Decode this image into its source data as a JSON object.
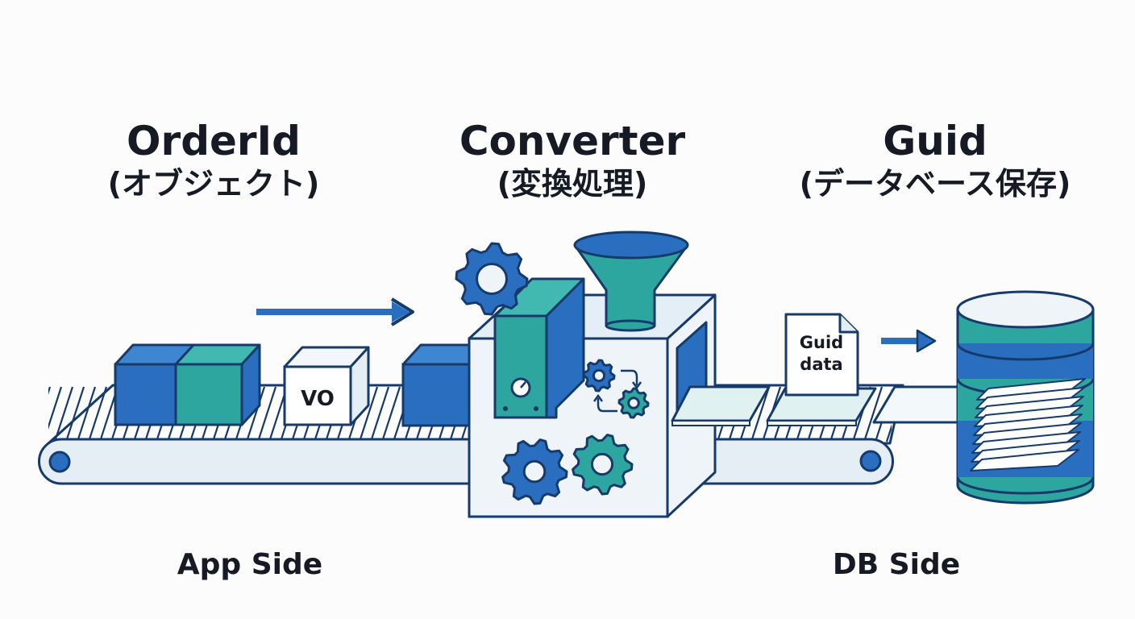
{
  "headings": {
    "left": {
      "title": "OrderId",
      "subtitle": "(オブジェクト)"
    },
    "center": {
      "title": "Converter",
      "subtitle": "(変換処理)"
    },
    "right": {
      "title": "Guid",
      "subtitle": "(データベース保存)"
    }
  },
  "sides": {
    "left": "App Side",
    "right": "DB Side"
  },
  "vo_box": {
    "label": "VO"
  },
  "document": {
    "line1": "Guid",
    "line2": "data"
  },
  "colors": {
    "outline": "#163a6b",
    "blue": "#2a6fbf",
    "teal": "#2ea6a0",
    "light": "#eef4f8",
    "belt": "#e6eef5",
    "white": "#ffffff"
  },
  "icons": [
    "gear-icon",
    "funnel-icon",
    "arrow-right-icon",
    "database-icon",
    "document-icon",
    "dial-icon",
    "cycle-arrows-icon"
  ]
}
